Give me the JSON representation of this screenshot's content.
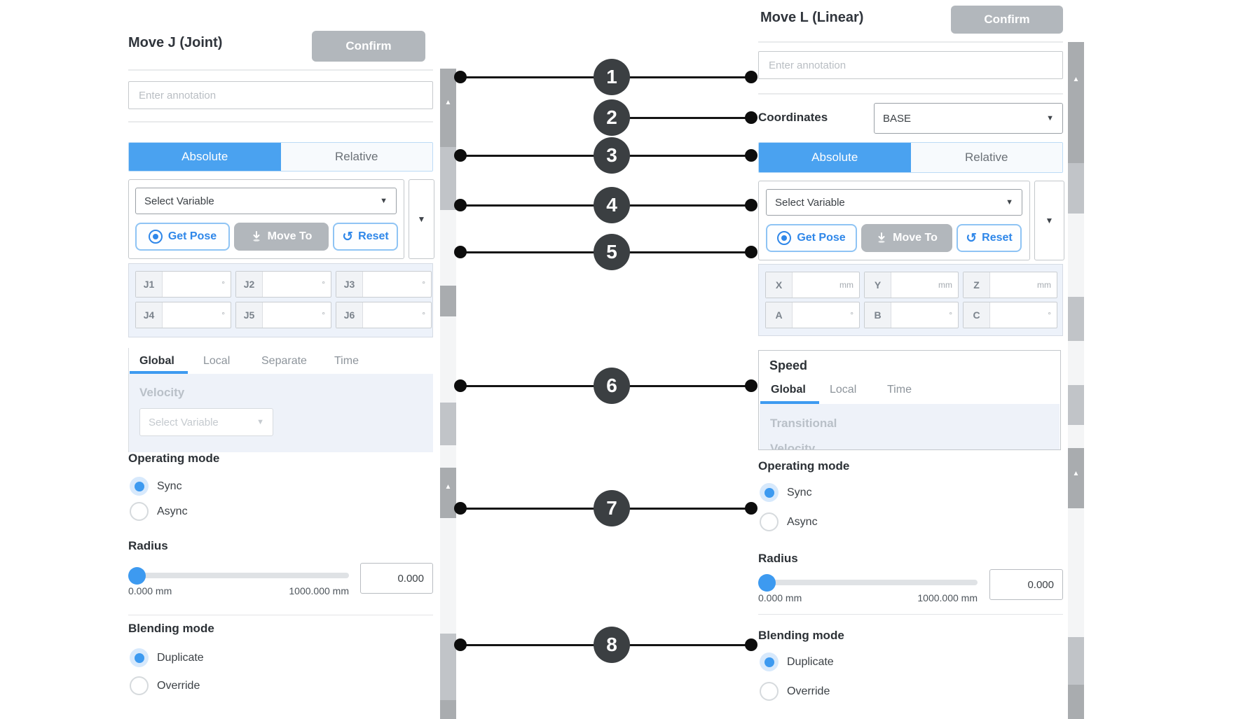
{
  "colors": {
    "accent": "#3d9af0",
    "tab_active_bg": "#4aa2f0",
    "gray_button_bg": "#b2b7bc",
    "blue_button_text": "#2f87e9",
    "callout_circle": "#3b3f42",
    "grid_bg": "#edf2fa"
  },
  "callouts": [
    "1",
    "2",
    "3",
    "4",
    "5",
    "6",
    "7",
    "8"
  ],
  "left": {
    "title": "Move J (Joint)",
    "confirm": "Confirm",
    "annotation_placeholder": "Enter annotation",
    "tabs": {
      "absolute": "Absolute",
      "relative": "Relative"
    },
    "pose": {
      "variable_placeholder": "Select Variable",
      "get_pose": "Get Pose",
      "move_to": "Move To",
      "reset": "Reset",
      "fields": [
        {
          "label": "J1",
          "suffix": "°"
        },
        {
          "label": "J2",
          "suffix": "°"
        },
        {
          "label": "J3",
          "suffix": "°"
        },
        {
          "label": "J4",
          "suffix": "°"
        },
        {
          "label": "J5",
          "suffix": "°"
        },
        {
          "label": "J6",
          "suffix": "°"
        }
      ]
    },
    "speed": {
      "tabs": [
        "Global",
        "Local",
        "Separate",
        "Time"
      ],
      "velocity_label": "Velocity",
      "velocity_placeholder": "Select Variable"
    },
    "operating_mode": {
      "label": "Operating mode",
      "sync": "Sync",
      "async": "Async"
    },
    "radius": {
      "label": "Radius",
      "min": "0.000 mm",
      "max": "1000.000 mm",
      "value": "0.000"
    },
    "blending": {
      "label": "Blending mode",
      "duplicate": "Duplicate",
      "override": "Override"
    }
  },
  "right": {
    "title": "Move L (Linear)",
    "confirm": "Confirm",
    "annotation_placeholder": "Enter annotation",
    "coordinates": {
      "label": "Coordinates",
      "value": "BASE"
    },
    "tabs": {
      "absolute": "Absolute",
      "relative": "Relative"
    },
    "pose": {
      "variable_placeholder": "Select Variable",
      "get_pose": "Get Pose",
      "move_to": "Move To",
      "reset": "Reset",
      "fields": [
        {
          "label": "X",
          "suffix": "mm"
        },
        {
          "label": "Y",
          "suffix": "mm"
        },
        {
          "label": "Z",
          "suffix": "mm"
        },
        {
          "label": "A",
          "suffix": "°"
        },
        {
          "label": "B",
          "suffix": "°"
        },
        {
          "label": "C",
          "suffix": "°"
        }
      ]
    },
    "speed": {
      "title": "Speed",
      "tabs": [
        "Global",
        "Local",
        "Time"
      ],
      "transitional_label": "Transitional",
      "velocity_label": "Velocity"
    },
    "operating_mode": {
      "label": "Operating mode",
      "sync": "Sync",
      "async": "Async"
    },
    "radius": {
      "label": "Radius",
      "min": "0.000 mm",
      "max": "1000.000 mm",
      "value": "0.000"
    },
    "blending": {
      "label": "Blending mode",
      "duplicate": "Duplicate",
      "override": "Override"
    }
  }
}
